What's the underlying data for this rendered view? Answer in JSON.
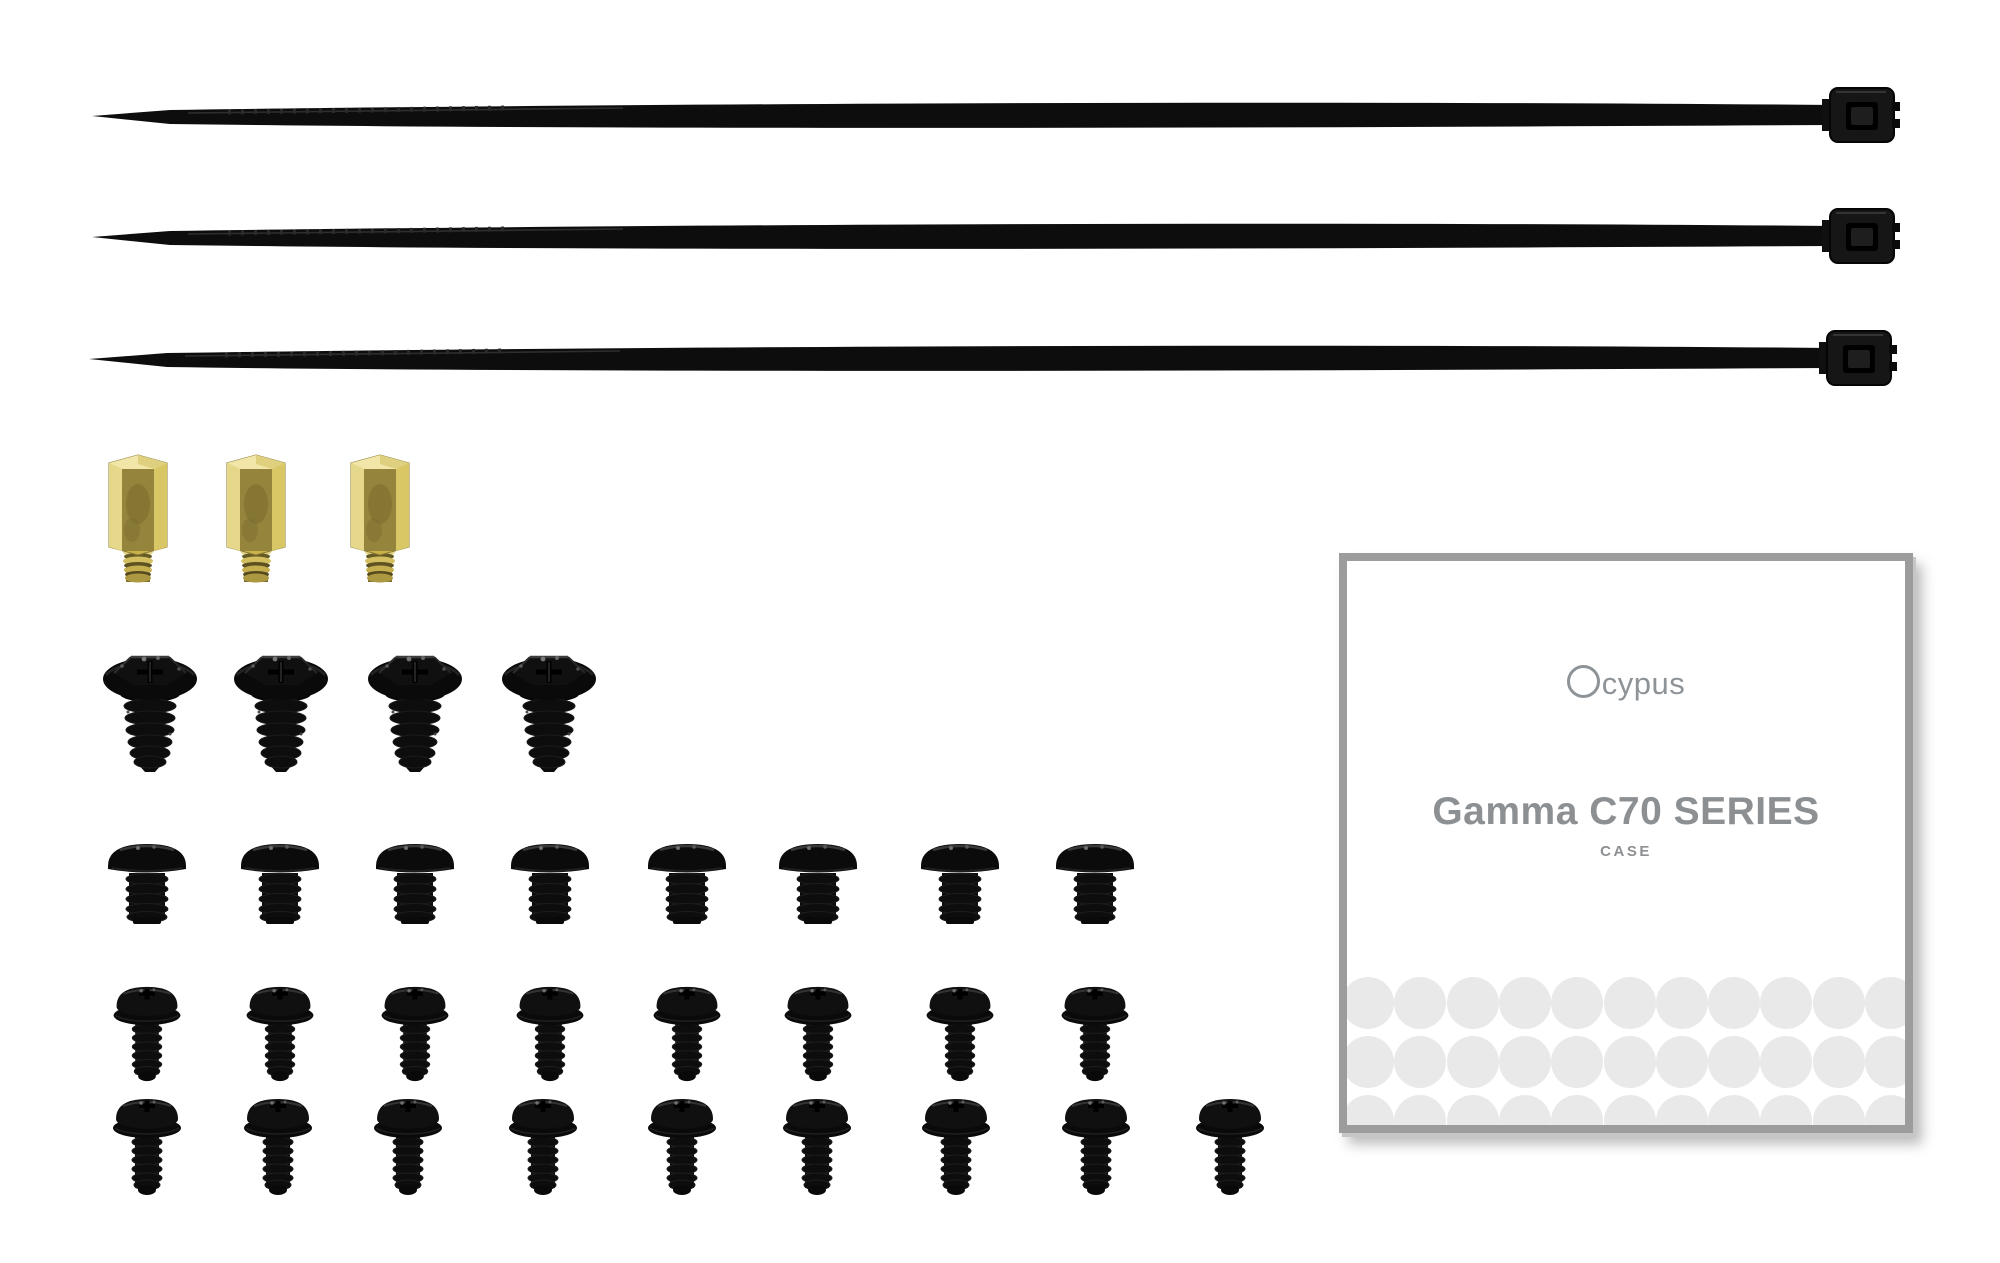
{
  "photo": {
    "background_color": "#ffffff",
    "subject": "PC case accessory kit flat-lay: cable ties, brass motherboard standoffs, black screws and manual card"
  },
  "items": {
    "cable_ties": {
      "name": "black nylon cable tie",
      "count": 3,
      "color": "#0d0d0d"
    },
    "standoffs": {
      "name": "brass motherboard standoff",
      "count": 3,
      "color": "#c9b24a"
    },
    "screw_rows": [
      {
        "name": "hex washer head screw",
        "count": 4,
        "color": "#0b0b0b"
      },
      {
        "name": "round head screw",
        "count": 8,
        "color": "#0b0b0b"
      },
      {
        "name": "pan washer head screw",
        "count": 8,
        "color": "#0b0b0b"
      },
      {
        "name": "pan washer head screw",
        "count": 9,
        "color": "#0b0b0b"
      }
    ]
  },
  "manual_card": {
    "brand_o": "O",
    "brand_rest": "cypus",
    "brand_full": "Ocypus",
    "title": "Gamma C70 SERIES",
    "subtitle": "CASE",
    "border_color": "#9c9c9c",
    "text_color": "#8d9093",
    "dot_color": "#e9e9ea",
    "dot_rows": 3,
    "dot_columns": 11
  }
}
